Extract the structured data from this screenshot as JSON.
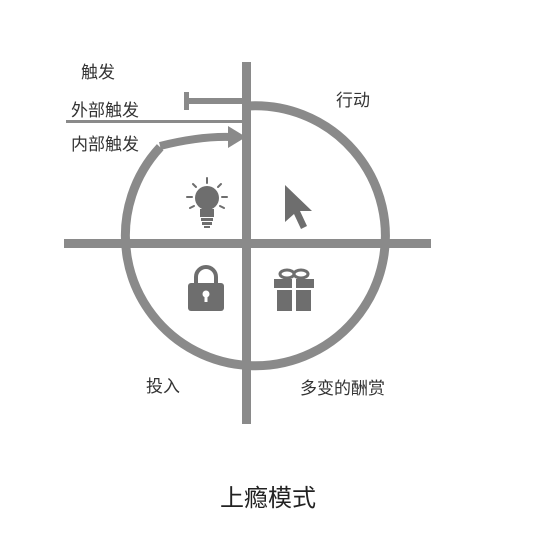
{
  "labels": {
    "trigger": "触发",
    "external_trigger": "外部触发",
    "internal_trigger": "内部触发",
    "action": "行动",
    "investment": "投入",
    "variable_reward": "多变的酬赏"
  },
  "caption": "上瘾模式",
  "icons": [
    "lightbulb-icon",
    "cursor-arrow-icon",
    "padlock-icon",
    "gift-icon"
  ],
  "colors": {
    "stroke": "#8a8a8a",
    "icon": "#6e6e6e",
    "text": "#333333",
    "background": "#ffffff"
  }
}
